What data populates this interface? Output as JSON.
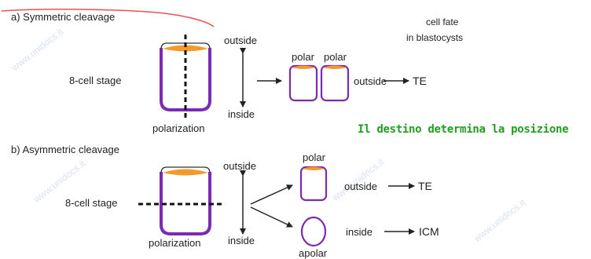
{
  "diagram": {
    "section_a": {
      "title": "a) Symmetric cleavage",
      "stage_label": "8-cell stage",
      "polarization": "polarization",
      "axis_top": "outside",
      "axis_bottom": "inside",
      "cell_labels": [
        "polar",
        "polar"
      ],
      "fate_position": "outside",
      "fate_lineage": "TE"
    },
    "cell_fate_header": [
      "cell fate",
      "in blastocysts"
    ],
    "section_b": {
      "title": "b) Asymmetric cleavage",
      "stage_label": "8-cell stage",
      "polarization": "polarization",
      "axis_top": "outside",
      "axis_bottom": "inside",
      "top_cell_label": "polar",
      "bottom_cell_label": "apolar",
      "outer_position": "outside",
      "outer_lineage": "TE",
      "inner_position": "inside",
      "inner_lineage": "ICM"
    },
    "annotation": "Il destino determina la posizione",
    "watermark": "www.unidocs.it",
    "colors": {
      "cell_outline": "#7b2bb3",
      "apical_cap": "#f39a2b",
      "annotation": "#1f9e1f",
      "scribble": "#e4323c"
    }
  }
}
